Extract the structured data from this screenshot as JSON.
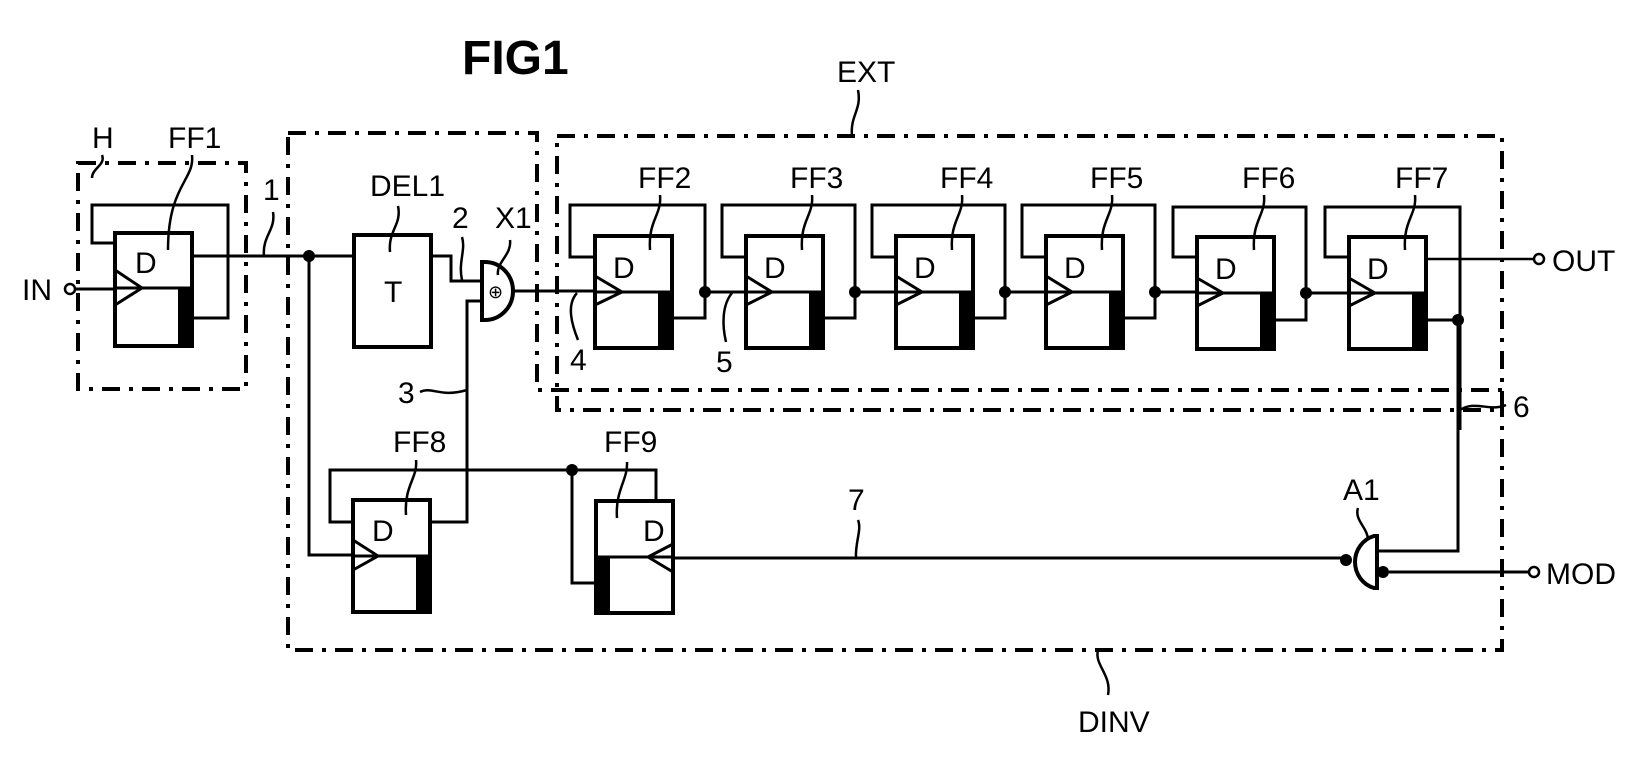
{
  "figure": {
    "title": "FIG1"
  },
  "blocks": {
    "H": "H",
    "EXT": "EXT",
    "DINV": "DINV"
  },
  "flipflops": [
    {
      "id": "FF1",
      "input_label": "D"
    },
    {
      "id": "FF2",
      "input_label": "D"
    },
    {
      "id": "FF3",
      "input_label": "D"
    },
    {
      "id": "FF4",
      "input_label": "D"
    },
    {
      "id": "FF5",
      "input_label": "D"
    },
    {
      "id": "FF6",
      "input_label": "D"
    },
    {
      "id": "FF7",
      "input_label": "D"
    },
    {
      "id": "FF8",
      "input_label": "D"
    },
    {
      "id": "FF9",
      "input_label": "D"
    }
  ],
  "delay": {
    "id": "DEL1",
    "symbol": "T"
  },
  "gates": {
    "xor": {
      "id": "X1",
      "symbol": "⊕"
    },
    "and": {
      "id": "A1"
    }
  },
  "terminals": {
    "in": "IN",
    "out": "OUT",
    "mod": "MOD"
  },
  "nodes": [
    "1",
    "2",
    "3",
    "4",
    "5",
    "6",
    "7"
  ]
}
